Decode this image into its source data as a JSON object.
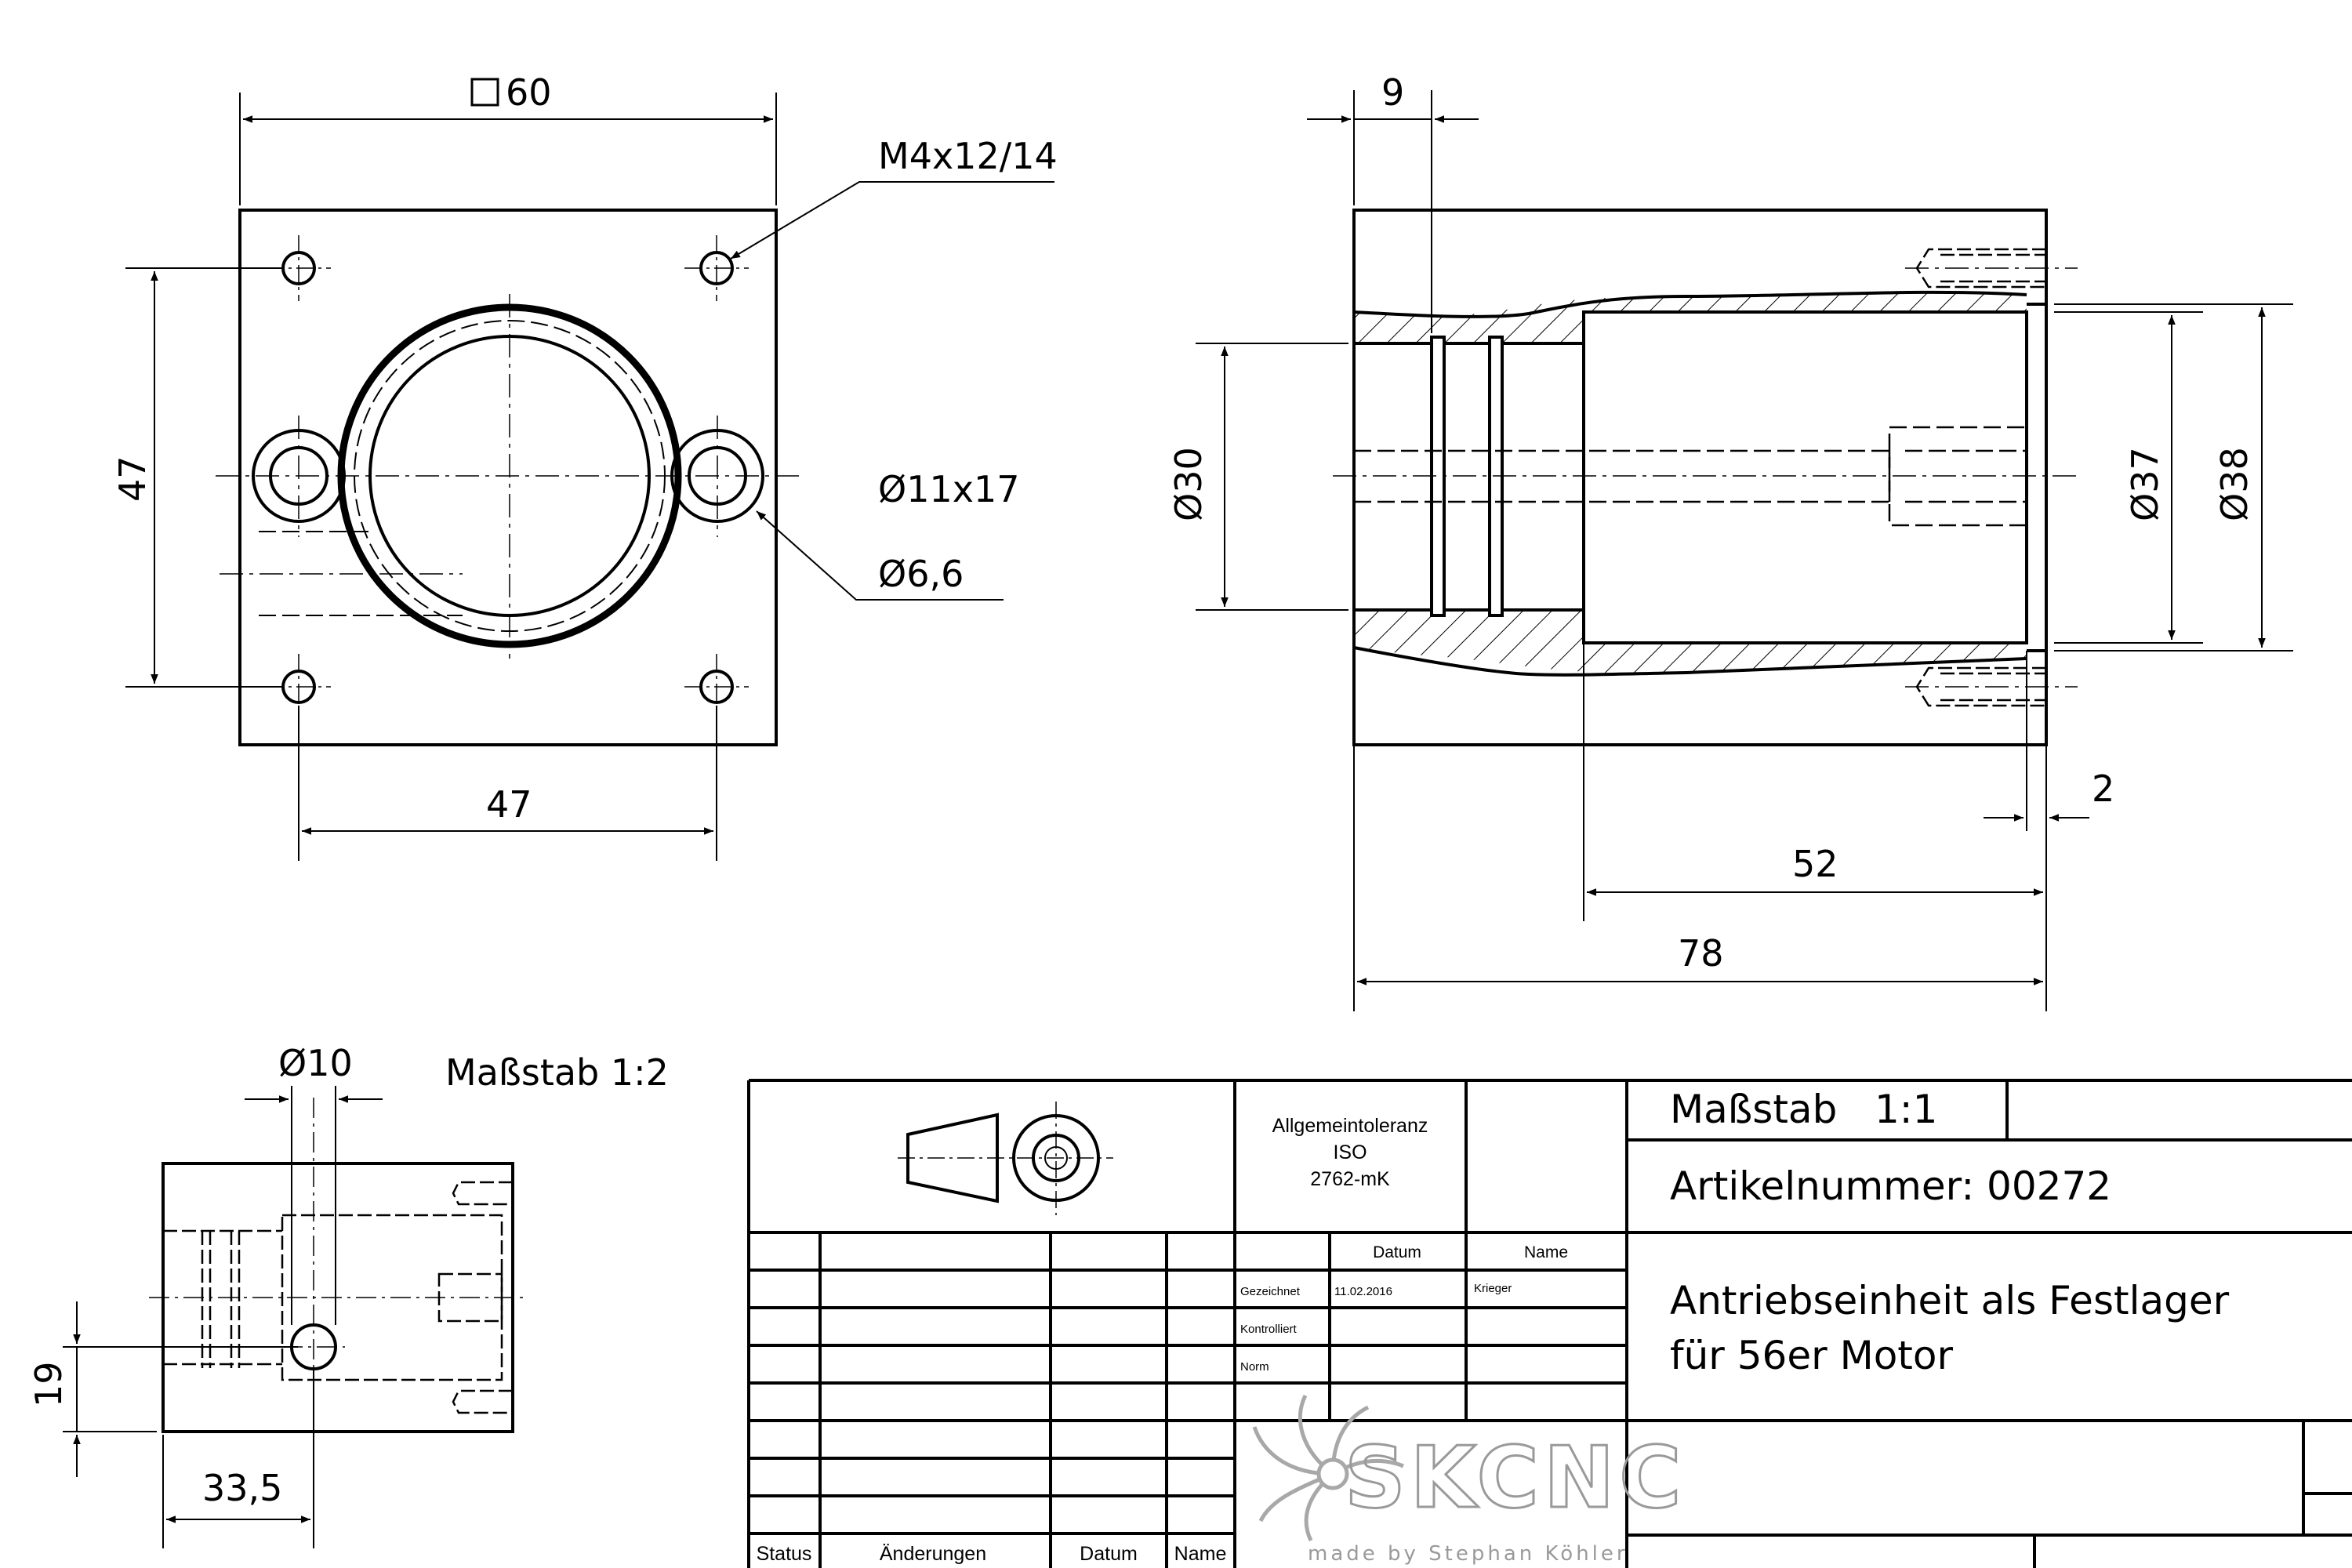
{
  "front_view": {
    "dim_width": "60",
    "dim_hole_spacing_vertical": "47",
    "dim_hole_spacing_horizontal": "47",
    "callout_thread": "M4x12/14",
    "callout_counterbore": "Ø11x17",
    "callout_hole": "Ø6,6"
  },
  "side_view": {
    "dim_top": "9",
    "dim_bore_left": "Ø30",
    "dim_bore_inner": "Ø37",
    "dim_bore_outer": "Ø38",
    "dim_step": "2",
    "dim_depth": "52",
    "dim_length": "78"
  },
  "detail_view": {
    "dim_hole": "Ø10",
    "scale_note": "Maßstab 1:2",
    "dim_height": "19",
    "dim_offset": "33,5"
  },
  "title_block": {
    "tolerance_line1": "Allgemeintoleranz",
    "tolerance_line2": "ISO",
    "tolerance_line3": "2762-mK",
    "header_datum": "Datum",
    "header_name": "Name",
    "row_gezeichnet": "Gezeichnet",
    "gezeichnet_date": "11.02.2016",
    "gezeichnet_name": "Krieger",
    "row_kontrolliert": "Kontrolliert",
    "row_norm": "Norm",
    "scale": "Maßstab   1:1",
    "article_number": "Artikelnummer: 00272",
    "title_line1": "Antriebseinheit als Festlager",
    "title_line2": "für 56er Motor",
    "footer_status": "Status",
    "footer_changes": "Änderungen",
    "footer_date": "Datum",
    "footer_name": "Name"
  },
  "logo": {
    "text": "SKCNC",
    "subtitle": "made by Stephan Köhler"
  }
}
